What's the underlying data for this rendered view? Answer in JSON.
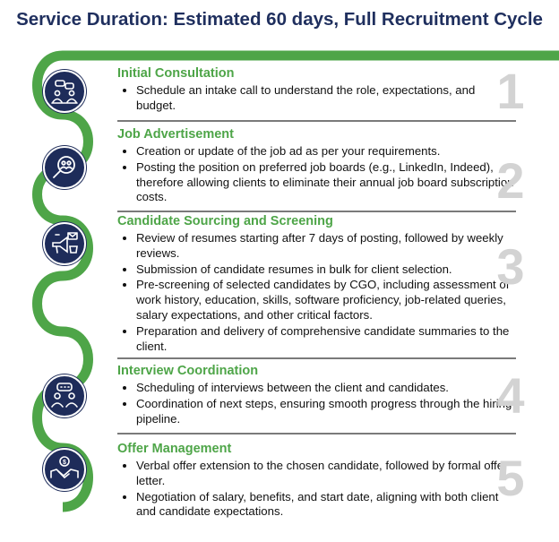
{
  "title": "Service Duration: Estimated 60 days, Full Recruitment Cycle",
  "colors": {
    "accent": "#4ea548",
    "navy": "#1e2c5a",
    "number": "#d3d3d3"
  },
  "steps": [
    {
      "number": "1",
      "title": "Initial Consultation",
      "icon": "consultation-icon",
      "bullets": [
        "Schedule an intake call to understand the role, expectations, and budget."
      ]
    },
    {
      "number": "2",
      "title": "Job Advertisement",
      "icon": "search-people-icon",
      "bullets": [
        "Creation or update of the job ad as per your requirements.",
        "Posting the position on preferred job boards (e.g., LinkedIn, Indeed), therefore allowing clients to eliminate their annual job board subscription costs."
      ]
    },
    {
      "number": "3",
      "title": "Candidate Sourcing and Screening",
      "icon": "megaphone-icon",
      "bullets": [
        "Review of resumes starting after 7 days of posting, followed by weekly reviews.",
        "Submission of candidate resumes in bulk for client selection.",
        "Pre-screening of selected candidates by CGO, including assessment of work history, education, skills, software proficiency, job-related queries, salary expectations, and other critical factors.",
        "Preparation and delivery of comprehensive candidate summaries to the client."
      ]
    },
    {
      "number": "4",
      "title": "Interview Coordination",
      "icon": "interview-icon",
      "bullets": [
        "Scheduling of interviews between the client and candidates.",
        "Coordination of next steps, ensuring smooth progress through the hiring pipeline."
      ]
    },
    {
      "number": "5",
      "title": "Offer Management",
      "icon": "handshake-icon",
      "bullets": [
        "Verbal offer extension to the chosen candidate, followed by formal offer letter.",
        "Negotiation of salary, benefits, and start date, aligning with both client and candidate expectations."
      ]
    }
  ]
}
